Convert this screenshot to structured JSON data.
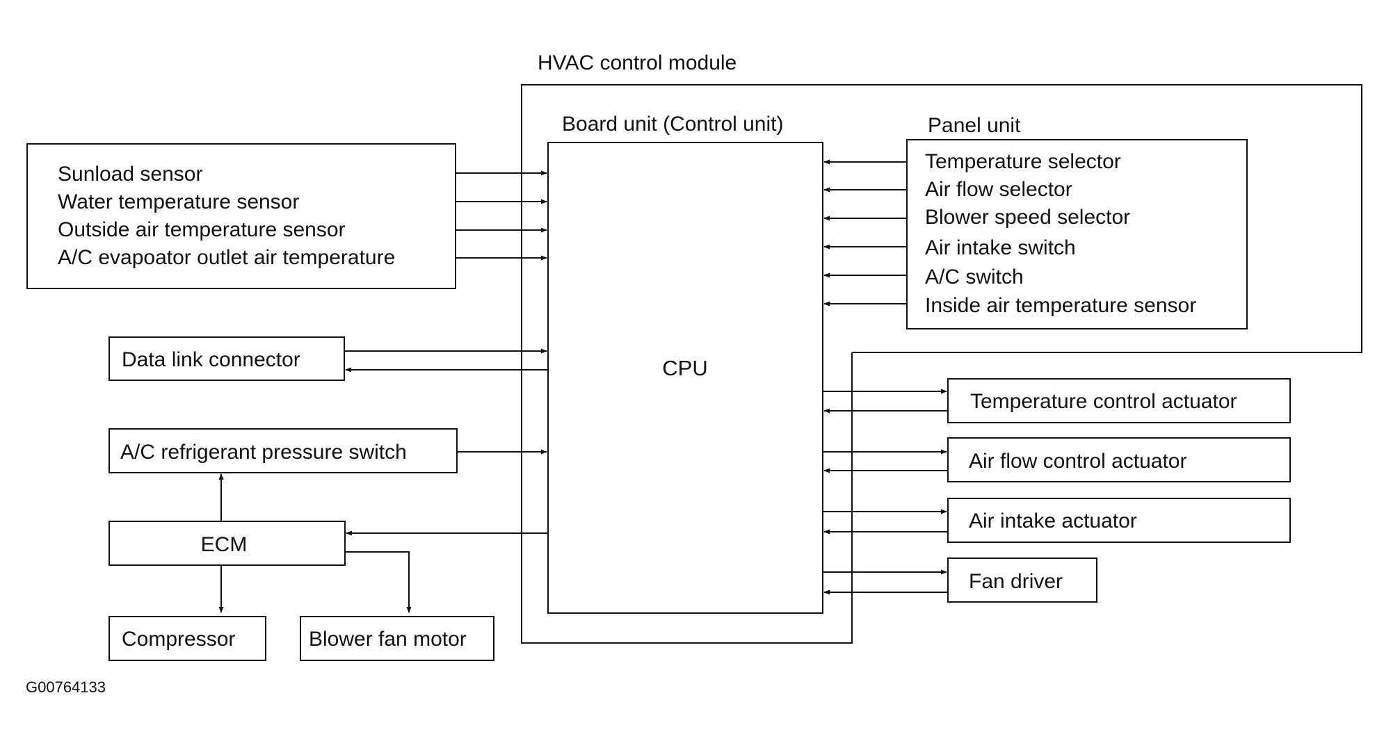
{
  "hvac_module_label": "HVAC control module",
  "board_unit_label": "Board unit (Control unit)",
  "cpu_label": "CPU",
  "panel_unit": {
    "title": "Panel unit",
    "items": [
      "Temperature selector",
      "Air flow selector",
      "Blower speed selector",
      "Air intake switch",
      "A/C switch",
      "Inside air temperature sensor"
    ]
  },
  "sensors": [
    "Sunload sensor",
    "Water temperature sensor",
    "Outside air temperature sensor",
    "A/C evapoator outlet air temperature"
  ],
  "data_link_connector": "Data link connector",
  "pressure_switch": "A/C refrigerant pressure switch",
  "ecm": "ECM",
  "compressor": "Compressor",
  "blower_fan_motor": "Blower fan motor",
  "actuators": [
    "Temperature control actuator",
    "Air flow control actuator",
    "Air intake actuator",
    "Fan driver"
  ],
  "figure_id": "G00764133"
}
